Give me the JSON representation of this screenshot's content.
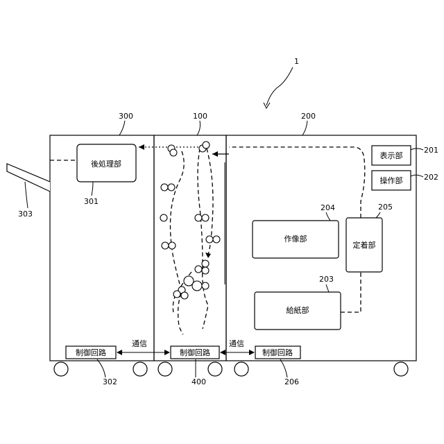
{
  "ref_numbers": {
    "apparatus": "1",
    "post_unit": "300",
    "relay_unit": "100",
    "main_unit": "200",
    "display_unit": "201",
    "operation_unit": "202",
    "fixing_unit": "205",
    "imaging_unit": "204",
    "feed_unit": "203",
    "post_processing_unit": "301",
    "output_tray": "303",
    "control_302": "302",
    "control_400": "400",
    "control_206": "206"
  },
  "labels": {
    "post_processing": "後処理部",
    "display": "表示部",
    "operation": "操作部",
    "imaging": "作像部",
    "fixing": "定着部",
    "feed": "給紙部",
    "control_left": "制御回路",
    "control_center": "制御回路",
    "control_right": "制御回路",
    "comm_left": "通信",
    "comm_right": "通信"
  }
}
